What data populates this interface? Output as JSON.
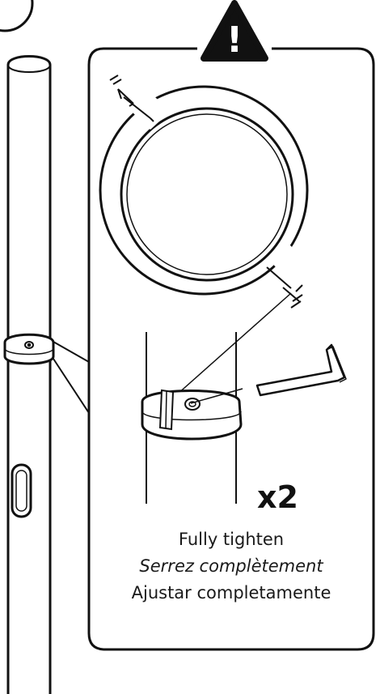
{
  "warning": {
    "symbol": "!",
    "icon": "warning-triangle-icon"
  },
  "quantity_label": "x2",
  "instructions": {
    "en": "Fully tighten",
    "fr": "Serrez complètement",
    "es": "Ajustar completamente"
  },
  "step_badge": {
    "text": ""
  },
  "colors": {
    "ink": "#111111",
    "background": "#ffffff",
    "band": "#f2f2f2"
  }
}
